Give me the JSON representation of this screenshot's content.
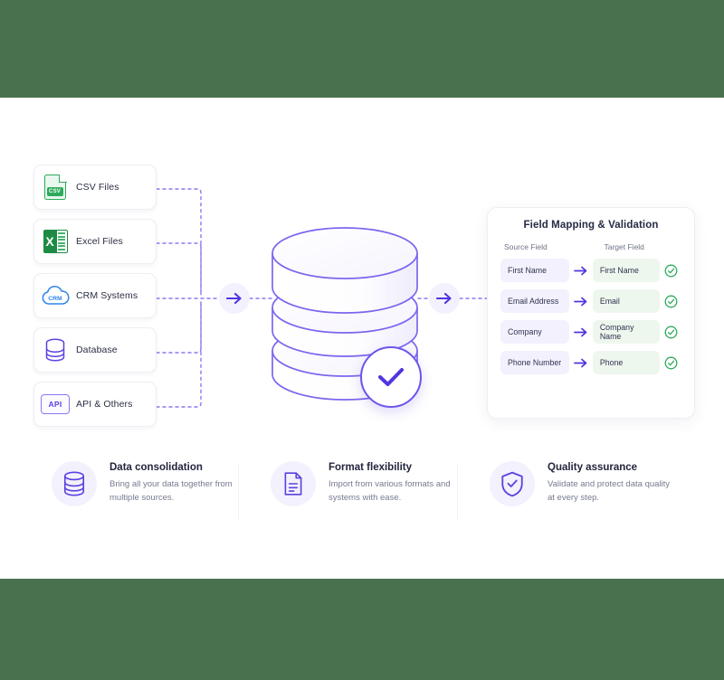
{
  "theme": {
    "page_background": "#49714e",
    "canvas_background": "#ffffff",
    "accent_purple": "#4f36e0",
    "accent_purple_soft": "#f3f1fd",
    "success_green": "#2eaa5d",
    "target_green_bg": "#eef7ee",
    "text_dark": "#22253d",
    "text_muted": "#767a90"
  },
  "sources": {
    "items": [
      {
        "label": "CSV Files",
        "icon": "csv-file-icon",
        "badge": "CSV"
      },
      {
        "label": "Excel Files",
        "icon": "excel-file-icon",
        "badge": "X"
      },
      {
        "label": "CRM Systems",
        "icon": "crm-cloud-icon",
        "badge": "CRM"
      },
      {
        "label": "Database",
        "icon": "database-icon",
        "badge": ""
      },
      {
        "label": "API & Others",
        "icon": "api-icon",
        "badge": "API"
      }
    ]
  },
  "flow": {
    "arrow_left_name": "flow-arrow-into-database",
    "arrow_right_name": "flow-arrow-into-mapping",
    "database_name": "central-database-cylinder",
    "validated_badge_name": "database-validated-check-badge"
  },
  "panel": {
    "title": "Field Mapping & Validation",
    "source_column_header": "Source Field",
    "target_column_header": "Target Field",
    "rows": [
      {
        "source": "First Name",
        "target": "First Name",
        "status": "valid"
      },
      {
        "source": "Email Address",
        "target": "Email",
        "status": "valid"
      },
      {
        "source": "Company",
        "target": "Company Name",
        "status": "valid"
      },
      {
        "source": "Phone Number",
        "target": "Phone",
        "status": "valid"
      }
    ]
  },
  "features": [
    {
      "title": "Data consolidation",
      "description": "Bring all your data together from multiple sources.",
      "icon": "database-icon"
    },
    {
      "title": "Format flexibility",
      "description": "Import from various formats and systems with ease.",
      "icon": "document-icon"
    },
    {
      "title": "Quality assurance",
      "description": "Validate and protect data quality at every step.",
      "icon": "shield-check-icon"
    }
  ]
}
